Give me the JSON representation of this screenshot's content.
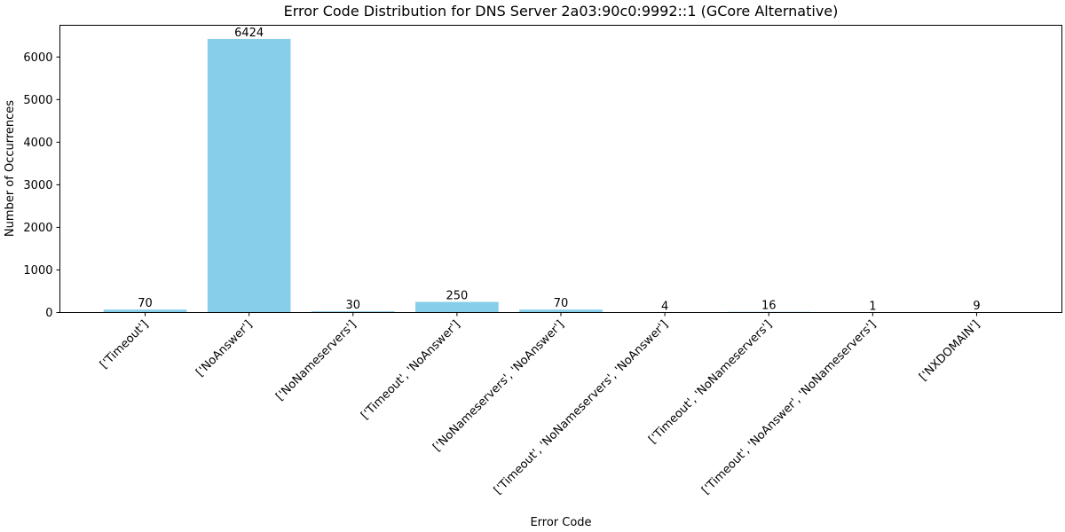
{
  "chart_data": {
    "type": "bar",
    "title": "Error Code Distribution for DNS Server 2a03:90c0:9992::1 (GCore Alternative)",
    "xlabel": "Error Code",
    "ylabel": "Number of Occurrences",
    "categories": [
      "['Timeout']",
      "['NoAnswer']",
      "['NoNameservers']",
      "['Timeout', 'NoAnswer']",
      "['NoNameservers', 'NoAnswer']",
      "['Timeout', 'NoNameservers', 'NoAnswer']",
      "['Timeout', 'NoNameservers']",
      "['Timeout', 'NoAnswer', 'NoNameservers']",
      "['NXDOMAIN']"
    ],
    "values": [
      70,
      6424,
      30,
      250,
      70,
      4,
      16,
      1,
      9
    ],
    "ylim": [
      0,
      6745
    ],
    "yticks": [
      0,
      1000,
      2000,
      3000,
      4000,
      5000,
      6000
    ],
    "bar_color": "#87CEEB",
    "grid": false,
    "legend": "none"
  }
}
